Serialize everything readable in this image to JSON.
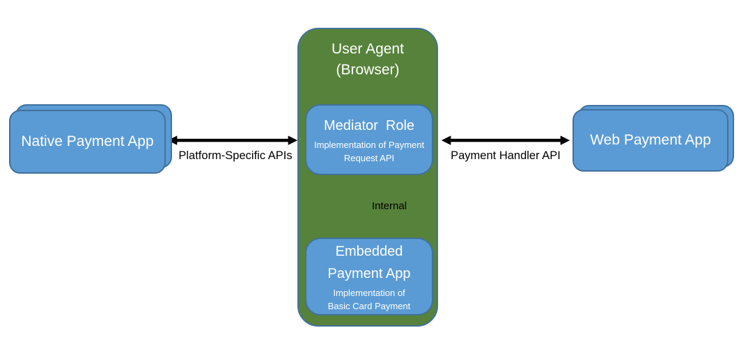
{
  "colors": {
    "container_green": "#57823B",
    "box_blue": "#5B9BD5",
    "border_blue": "#41719C",
    "arrow_black": "#000000",
    "box_text_white": "#FFFFFF"
  },
  "user_agent": {
    "title": "User Agent (Browser)"
  },
  "mediator": {
    "title": "Mediator  Role",
    "subtitle": "Implementation of Payment Request API"
  },
  "embedded_app": {
    "title": "Embedded Payment App",
    "subtitle": "Implementation of Basic Card Payment"
  },
  "native_app": {
    "label": "Native Payment App"
  },
  "web_app": {
    "label": "Web Payment App"
  },
  "connections": {
    "platform_label": "Platform-Specific APIs",
    "handler_label": "Payment Handler API",
    "internal_label": "Internal"
  }
}
